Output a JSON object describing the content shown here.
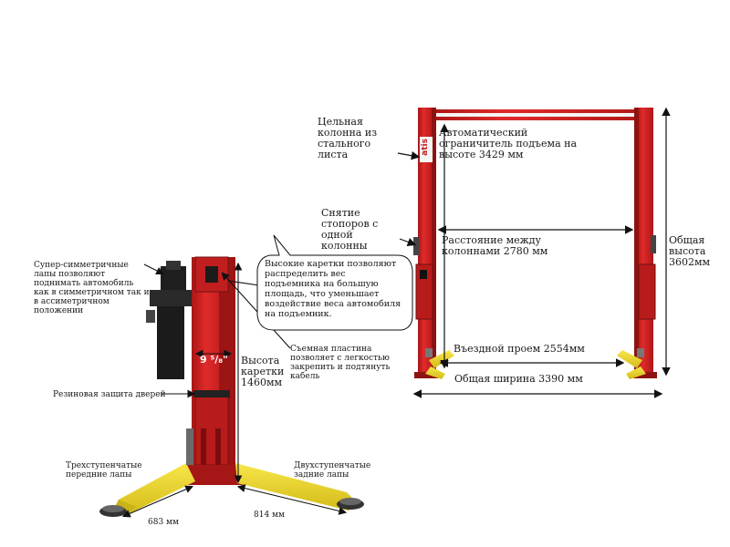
{
  "labels": {
    "solid_column": "Цельная\nколонна из\nстального листа",
    "auto_limit": "Автоматический\nограничитель подъема на\nвысоте 3429 мм",
    "stopper_removal": "Снятие\nстопоров с\nодной колонны",
    "column_distance": "Расстояние между\nколоннами 2780 мм",
    "total_height": "Общая\nвысота\n3602мм",
    "entry_opening": "Въездной проем 2554мм",
    "total_width": "Общая ширина 3390 мм",
    "symmetric_arms": "Супер-симметричные\nлапы позволяют\nподнимать автомобиль\nкак в симметричном так и\nв ассиметричном\nположении",
    "high_carriages": "Высокие каретки позволяют\nраспределить вес\nподъемника на большую\nплощадь, что уменьшает\nвоздействие веса автомобиля\nна подъемник.",
    "removable_plate": "Съемная пластина\nпозволяет с легкостью\nзакрепить и подтянуть\nкабель",
    "carriage_height": "Высота\nкаретки\n1460мм",
    "column_width": "9 ⁵/₈\"",
    "door_protection": "Резиновая защита дверей",
    "three_stage_arms": "Трехступенчатые\nпередние лапы",
    "two_stage_arms": "Двухступенчатые\nзадние лапы",
    "dim_683": "683 мм",
    "dim_814": "814 мм",
    "brand": "atis"
  },
  "colors": {
    "column_red": "#d42424",
    "column_dark": "#9c1414",
    "arm_yellow": "#f1dc2a",
    "arm_shade": "#c9b316",
    "motor_black": "#1e1e1e"
  }
}
